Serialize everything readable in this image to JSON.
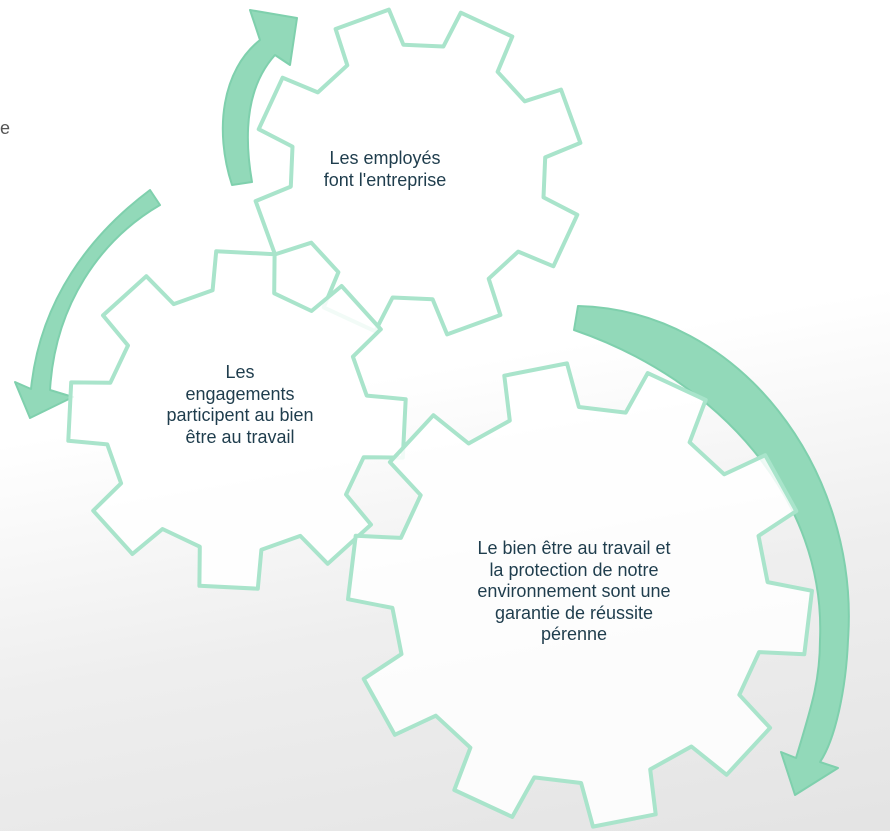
{
  "diagram": {
    "gears": [
      {
        "id": "employees",
        "text": "Les employés\nfont l'entreprise"
      },
      {
        "id": "commitments",
        "text": "Les\nengagements\nparticipent au  bien\nêtre au  travail"
      },
      {
        "id": "wellbeing",
        "text": "Le bien être au travail  et\nla protection de notre\nenvironnement sont  une\ngarantie de  réussite\npérenne"
      }
    ],
    "stray_char": "e",
    "colors": {
      "gear_outline": "#a9e4cb",
      "gear_fill": "#ffffff",
      "arrow": "#92d9b9",
      "text": "#1f3d4d"
    }
  }
}
